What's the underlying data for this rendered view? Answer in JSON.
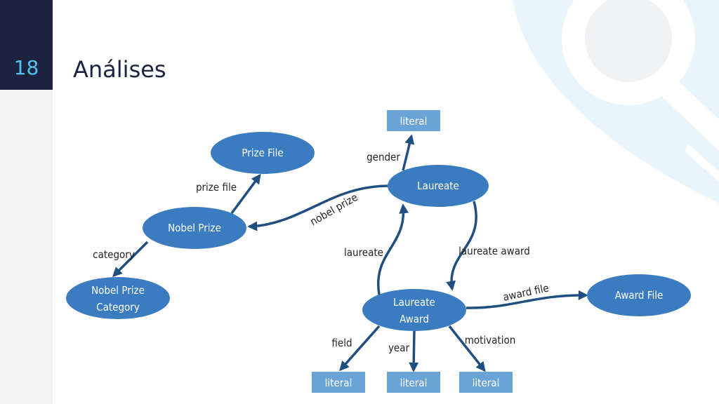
{
  "slide": {
    "number": "18",
    "title": "Análises"
  },
  "nodes": {
    "prize_file": "Prize File",
    "laureate": "Laureate",
    "nobel_prize": "Nobel Prize",
    "nobel_prize_category": [
      "Nobel Prize",
      "Category"
    ],
    "laureate_award": [
      "Laureate",
      "Award"
    ],
    "award_file": "Award File",
    "literal_gender": "literal",
    "literal_field": "literal",
    "literal_year": "literal",
    "literal_motivation": "literal"
  },
  "edges": {
    "gender": "gender",
    "prize_file": "prize file",
    "nobel_prize": "nobel prize",
    "category": "category",
    "laureate": "laureate",
    "laureate_award": "laureate award",
    "award_file": "award file",
    "field": "field",
    "year": "year",
    "motivation": "motivation"
  },
  "colors": {
    "node_fill": "#3b7cc1",
    "literal_fill": "#6aa3d6",
    "edge_stroke": "#1f4e80",
    "accent": "#4fc3e8",
    "dark": "#1c2340"
  }
}
